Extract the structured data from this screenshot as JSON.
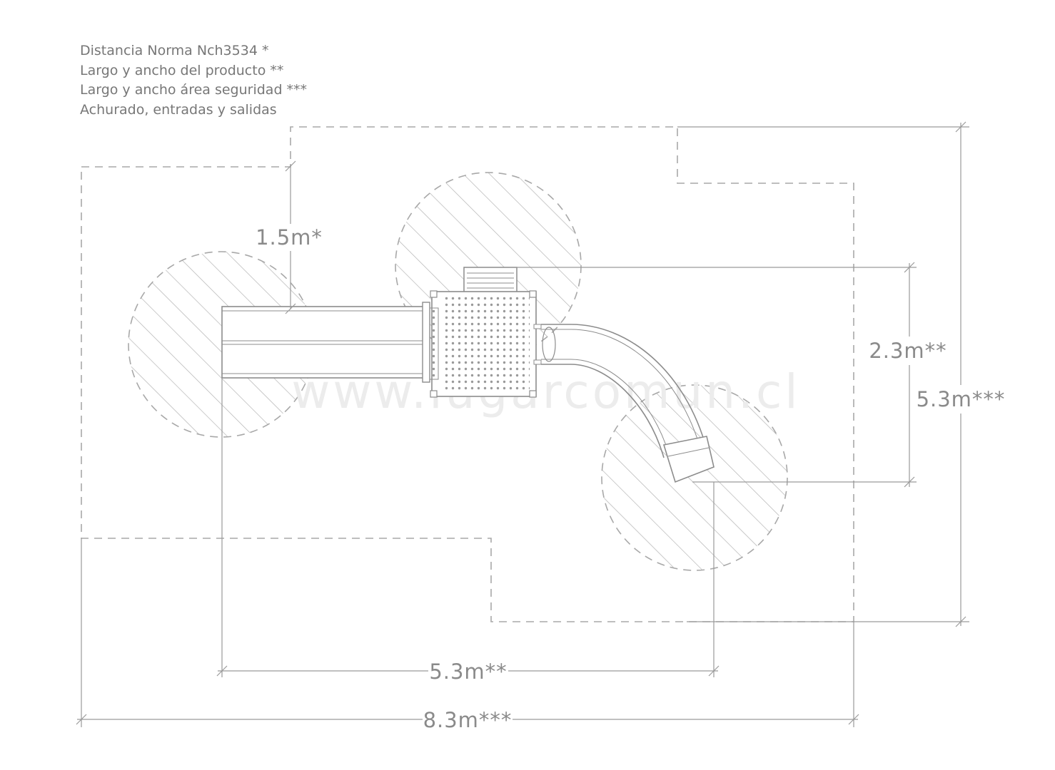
{
  "legend": {
    "line1": "Distancia Norma Nch3534 *",
    "line2": "Largo y ancho del producto **",
    "line3": "Largo y ancho área seguridad ***",
    "line4": "Achurado, entradas y salidas"
  },
  "dimensions": {
    "norm_distance": "1.5m*",
    "product_width": "2.3m**",
    "safety_width": "5.3m***",
    "product_length": "5.3m**",
    "safety_length": "8.3m***"
  },
  "watermark": "www.lugarcomun.cl",
  "colors": {
    "line": "#9a9a9a",
    "hatch": "#b0b0b0",
    "text": "#777777"
  }
}
